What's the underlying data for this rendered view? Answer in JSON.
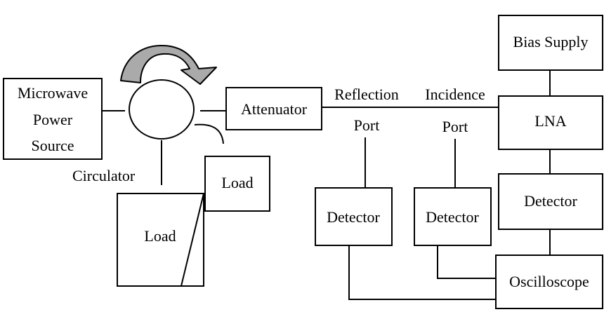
{
  "blocks": {
    "microwave_source": {
      "line1": "Microwave",
      "line2": "Power",
      "line3": "Source"
    },
    "circulator": "Circulator",
    "attenuator": "Attenuator",
    "load_small": "Load",
    "load_large": "Load",
    "reflection_port": {
      "line1": "Reflection",
      "line2": "Port"
    },
    "incidence_port": {
      "line1": "Incidence",
      "line2": "Port"
    },
    "detector_reflection": "Detector",
    "detector_incidence": "Detector",
    "detector_lna": "Detector",
    "bias_supply": "Bias Supply",
    "lna": "LNA",
    "oscilloscope": "Oscilloscope"
  },
  "colors": {
    "rotation_arrow_fill": "#aaaaaa",
    "line": "#000000"
  }
}
